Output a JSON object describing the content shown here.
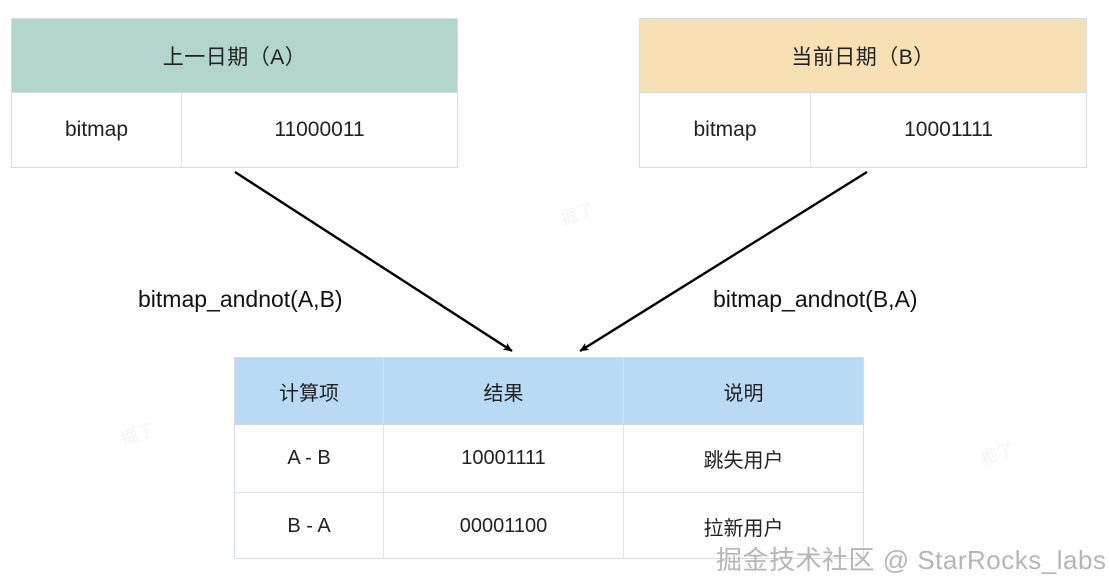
{
  "diagram": {
    "title": "bitmap_andnot user retention diagram",
    "colors": {
      "header_previous": "#b2d5cd",
      "header_current": "#f7e0b4",
      "header_result": "#b8daf5",
      "border": "#d9dde0",
      "text": "#222222",
      "arrow": "#000000",
      "watermark": "#b6b6b6"
    }
  },
  "table_previous": {
    "header": "上一日期（A）",
    "rows": [
      {
        "label": "bitmap",
        "value": "11000011"
      }
    ]
  },
  "table_current": {
    "header": "当前日期（B）",
    "rows": [
      {
        "label": "bitmap",
        "value": "10001111"
      }
    ]
  },
  "arrows": {
    "left_label": "bitmap_andnot(A,B)",
    "right_label": "bitmap_andnot(B,A)"
  },
  "table_result": {
    "columns": [
      "计算项",
      "结果",
      "说明"
    ],
    "rows": [
      {
        "item": "A - B",
        "result": "10001111",
        "note": "跳失用户"
      },
      {
        "item": "B - A",
        "result": "00001100",
        "note": "拉新用户"
      }
    ]
  },
  "watermark": {
    "brand": "掘金技术社区 @ StarRocks_labs",
    "tile": "掘了"
  }
}
